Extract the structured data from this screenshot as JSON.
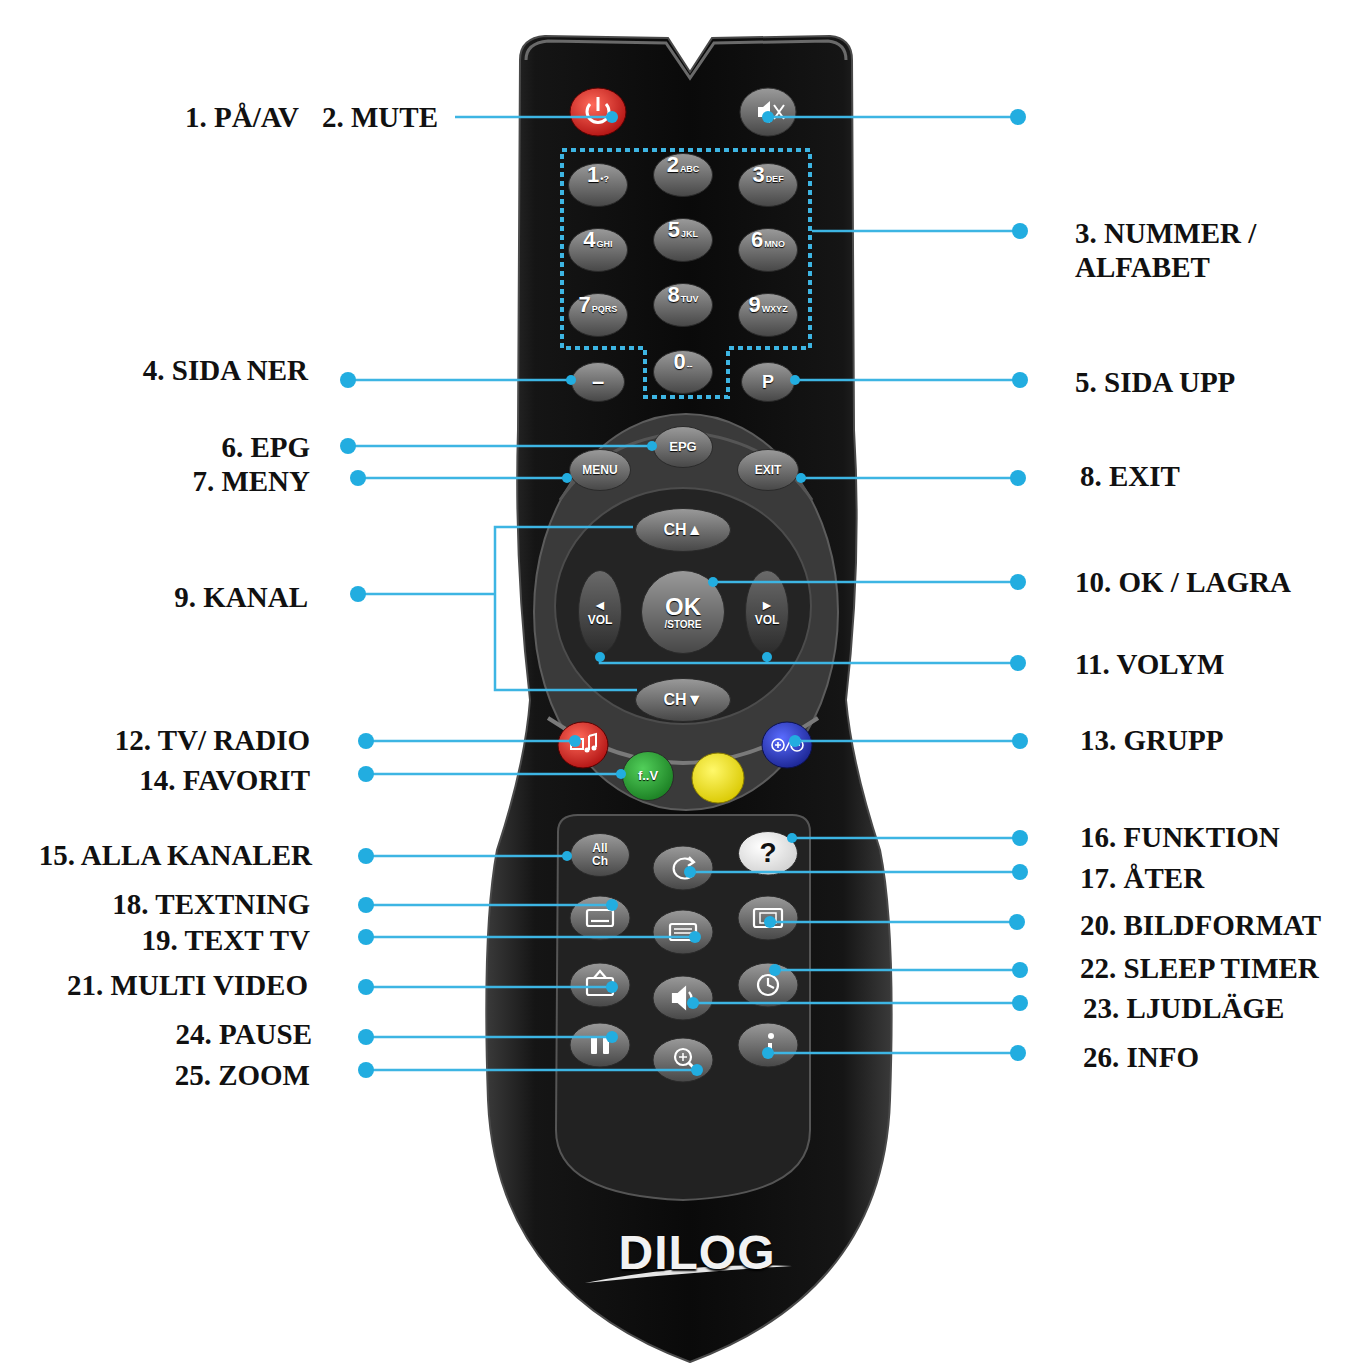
{
  "diagram": {
    "nodes": [
      {
        "text": [
          "DILOG"
        ]
      },
      {
        "text": [
          "1",
          "•?"
        ],
        "in": 0
      },
      {
        "text": [
          "2",
          "ABC"
        ],
        "in": 0
      },
      {
        "text": [
          "3",
          "DEF"
        ],
        "in": 0
      },
      {
        "text": [
          "4",
          "GHI"
        ],
        "in": 0
      },
      {
        "text": [
          "5",
          "JKL"
        ],
        "in": 0
      },
      {
        "text": [
          "6",
          "MNO"
        ],
        "in": 0
      },
      {
        "text": [
          "7",
          "PQRS"
        ],
        "in": 0
      },
      {
        "text": [
          "8",
          "TUV"
        ],
        "in": 0
      },
      {
        "text": [
          "9",
          "WXYZ"
        ],
        "in": 0
      },
      {
        "text": [
          "–"
        ],
        "in": 0
      },
      {
        "text": [
          "0",
          "--"
        ],
        "in": 0
      },
      {
        "text": [
          "P"
        ],
        "in": 0
      },
      {
        "text": [
          "EPG"
        ],
        "in": 0
      },
      {
        "text": [
          "MENU"
        ],
        "in": 0
      },
      {
        "text": [
          "EXIT"
        ],
        "in": 0
      },
      {
        "text": [
          "CH▲"
        ],
        "in": 0
      },
      {
        "text": [
          "◄",
          "VOL"
        ],
        "in": 0
      },
      {
        "text": [
          "OK",
          "/STORE"
        ],
        "in": 0
      },
      {
        "text": [
          "►",
          "VOL"
        ],
        "in": 0
      },
      {
        "text": [
          "CH▼"
        ],
        "in": 0
      },
      {
        "text": [
          "f..V"
        ],
        "in": 0
      },
      {
        "text": [
          "All Ch"
        ],
        "in": 0
      },
      {
        "text": [
          "?"
        ],
        "in": 0
      }
    ],
    "labels": [
      "1. PÅ/AV",
      "2. MUTE",
      "3. NUMMER / ALFABET",
      "4. SIDA NER",
      "5. SIDA UPP",
      "6. EPG",
      "7. MENY",
      "8. EXIT",
      "9. KANAL",
      "10. OK / LAGRA",
      "11. VOLYM",
      "12. TV/ RADIO",
      "13. GRUPP",
      "14. FAVORIT",
      "15. ALLA KANALER",
      "16. FUNKTION",
      "17. ÅTER",
      "18. TEXTNING",
      "19. TEXT TV",
      "20. BILDFORMAT",
      "21. MULTI VIDEO",
      "22. SLEEP TIMER",
      "23. LJUDLÄGE",
      "24. PAUSE",
      "25. ZOOM",
      "26. INFO"
    ]
  }
}
